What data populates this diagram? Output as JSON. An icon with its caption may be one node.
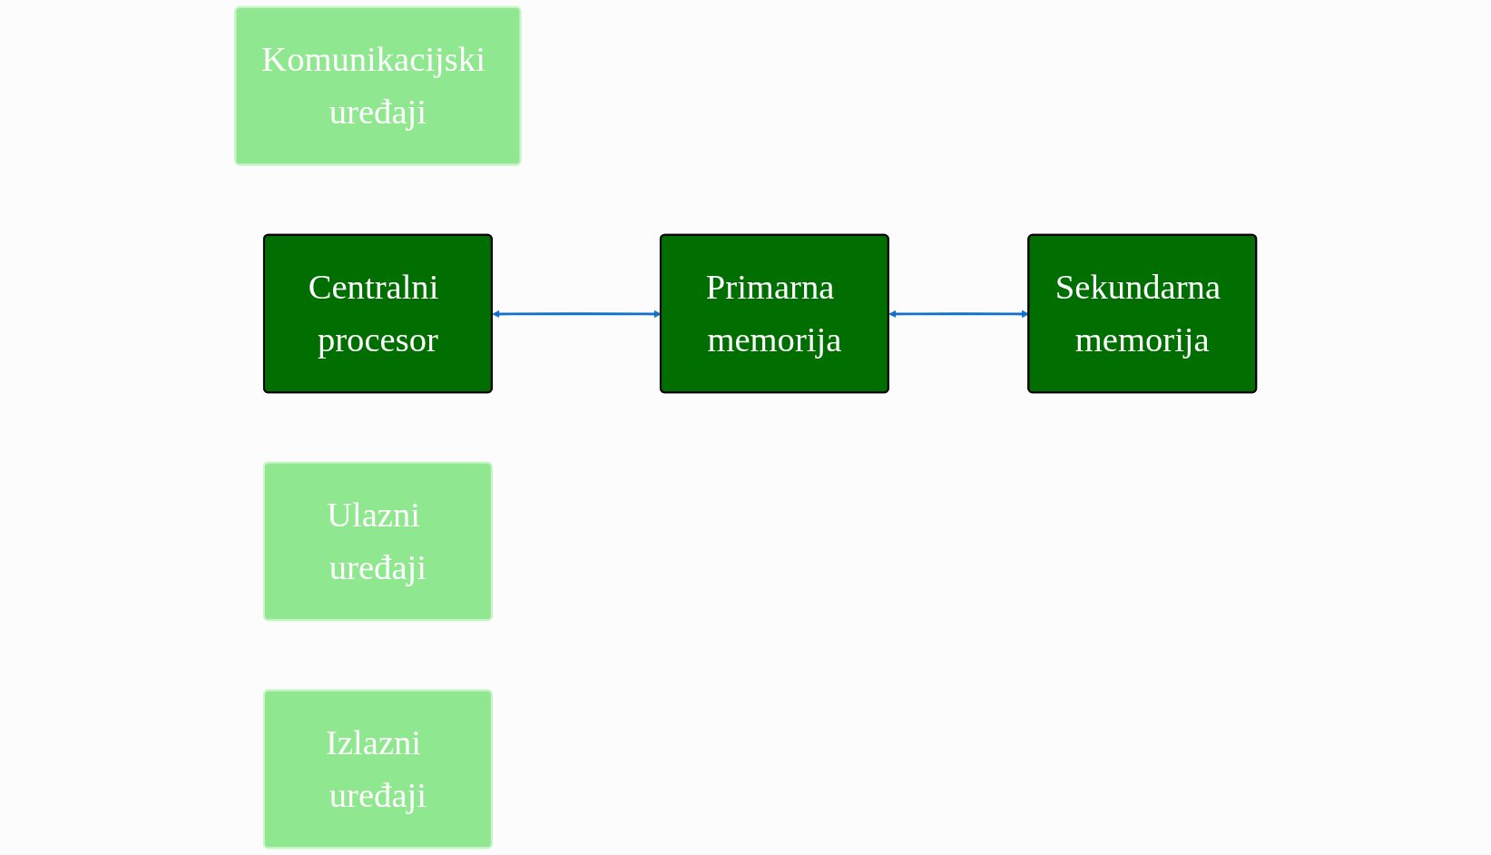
{
  "diagram": {
    "nodes": [
      {
        "text": [
          "Komunikacijski uređaji"
        ]
      },
      {
        "text": [
          "Sekundarna memorija"
        ]
      },
      {
        "text": [
          "Centralni procesor"
        ]
      },
      {
        "text": [
          "Primarna memorija"
        ]
      },
      {
        "text": [
          "Ulazni uređaji"
        ]
      },
      {
        "text": [
          "Izlazni uređaji"
        ]
      }
    ],
    "edges": [
      {
        "from": 2,
        "to": 3,
        "arrow": "both"
      },
      {
        "from": 3,
        "to": 1,
        "arrow": "both"
      }
    ]
  }
}
